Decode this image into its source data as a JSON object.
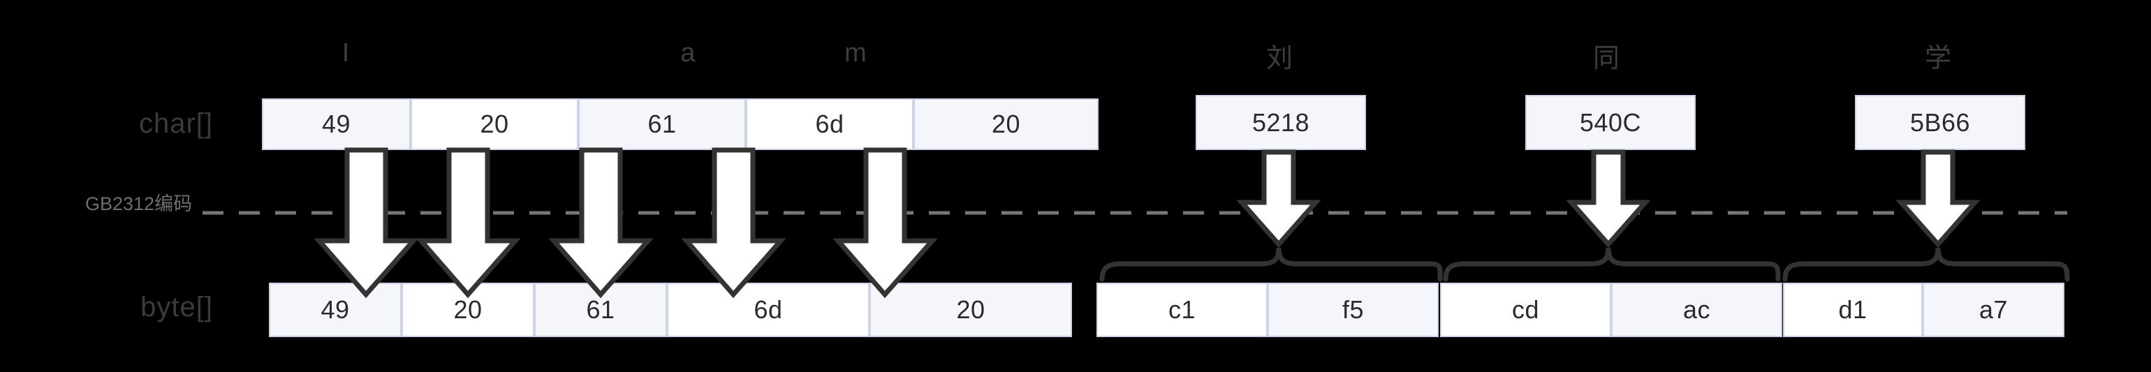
{
  "diagram": {
    "title_text": "",
    "encoding_label": "GB2312编码",
    "row_labels": {
      "char": "char[]",
      "byte": "byte[]"
    },
    "colors": {
      "background": "#000000",
      "cell_border": "#ccd3e8",
      "cell_alt_fill": "#f4f6fb",
      "cell_plain_fill": "#ffffff",
      "text": "#2b2b2b",
      "label": "#3d3d3d",
      "dashed_line": "#777777",
      "arrow_fill": "#ffffff",
      "arrow_stroke": "#333333",
      "brace_stroke": "#333333"
    }
  },
  "source_text_labels": [
    {
      "id": "c0",
      "text": "I"
    },
    {
      "id": "c1",
      "text": ""
    },
    {
      "id": "c2",
      "text": "a"
    },
    {
      "id": "c3",
      "text": "m"
    },
    {
      "id": "c4",
      "text": ""
    },
    {
      "id": "c5",
      "text": "刘"
    },
    {
      "id": "c6",
      "text": "同"
    },
    {
      "id": "c7",
      "text": "学"
    }
  ],
  "char_array": {
    "label": "char[]",
    "cells": [
      {
        "value": "49",
        "fill": "alt",
        "label": "I",
        "group": "ascii"
      },
      {
        "value": "20",
        "fill": "plain",
        "label": "",
        "group": "ascii"
      },
      {
        "value": "61",
        "fill": "alt",
        "label": "a",
        "group": "ascii"
      },
      {
        "value": "6d",
        "fill": "plain",
        "label": "m",
        "group": "ascii"
      },
      {
        "value": "20",
        "fill": "alt",
        "label": "",
        "group": "ascii"
      },
      {
        "value": "5218",
        "fill": "alt",
        "label": "刘",
        "group": "cjk"
      },
      {
        "value": "540C",
        "fill": "alt",
        "label": "同",
        "group": "cjk"
      },
      {
        "value": "5B66",
        "fill": "alt",
        "label": "学",
        "group": "cjk"
      }
    ]
  },
  "byte_array": {
    "label": "byte[]",
    "cells": [
      {
        "value": "49",
        "fill": "alt"
      },
      {
        "value": "20",
        "fill": "plain"
      },
      {
        "value": "61",
        "fill": "alt"
      },
      {
        "value": "6d",
        "fill": "plain"
      },
      {
        "value": "20",
        "fill": "alt"
      },
      {
        "value": "c1",
        "fill": "plain"
      },
      {
        "value": "f5",
        "fill": "alt"
      },
      {
        "value": "cd",
        "fill": "plain"
      },
      {
        "value": "ac",
        "fill": "alt"
      },
      {
        "value": "d1",
        "fill": "plain"
      },
      {
        "value": "a7",
        "fill": "alt"
      }
    ]
  },
  "mappings": [
    {
      "from_char": 0,
      "to_bytes": [
        0
      ],
      "kind": "direct"
    },
    {
      "from_char": 1,
      "to_bytes": [
        1
      ],
      "kind": "direct"
    },
    {
      "from_char": 2,
      "to_bytes": [
        2
      ],
      "kind": "direct"
    },
    {
      "from_char": 3,
      "to_bytes": [
        3
      ],
      "kind": "direct"
    },
    {
      "from_char": 4,
      "to_bytes": [
        4
      ],
      "kind": "direct"
    },
    {
      "from_char": 5,
      "to_bytes": [
        5,
        6
      ],
      "kind": "brace"
    },
    {
      "from_char": 6,
      "to_bytes": [
        7,
        8
      ],
      "kind": "brace"
    },
    {
      "from_char": 7,
      "to_bytes": [
        9,
        10
      ],
      "kind": "brace"
    }
  ]
}
